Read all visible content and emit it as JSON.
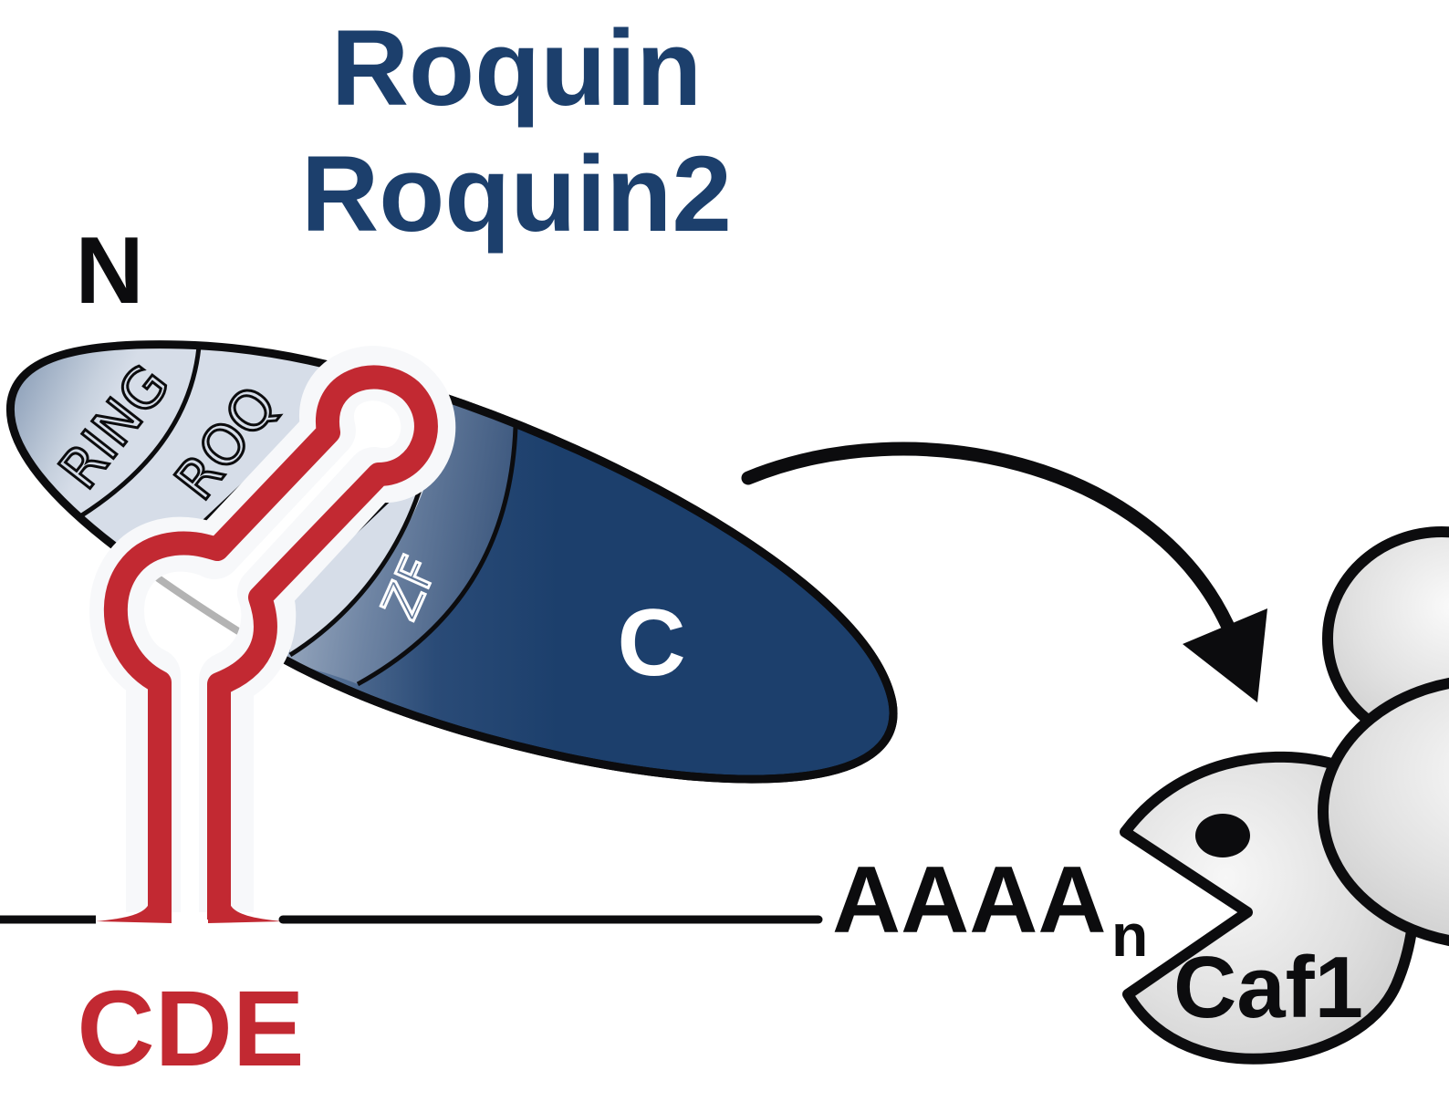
{
  "title": {
    "line1": "Roquin",
    "line2": "Roquin2"
  },
  "protein": {
    "n_terminus": "N",
    "c_terminus": "C",
    "domains": [
      {
        "label": "RING"
      },
      {
        "label": "ROQ"
      },
      {
        "label": "ZF"
      }
    ]
  },
  "rna": {
    "element_label": "CDE",
    "polya_label": "AAAA",
    "polya_subscript": "n"
  },
  "deadenylase": {
    "label": "Caf1"
  },
  "colors": {
    "roquin_blue": "#1c3f6c",
    "cde_red": "#c22932",
    "outline": "#0c0c0e",
    "domain_light": "#d6dde8",
    "domain_mid": "#8a9db6",
    "caf1_gray": "#dcdcdc"
  },
  "icons": {
    "arrow": "curved-arrow-icon",
    "eye": "eye-dot-icon"
  }
}
